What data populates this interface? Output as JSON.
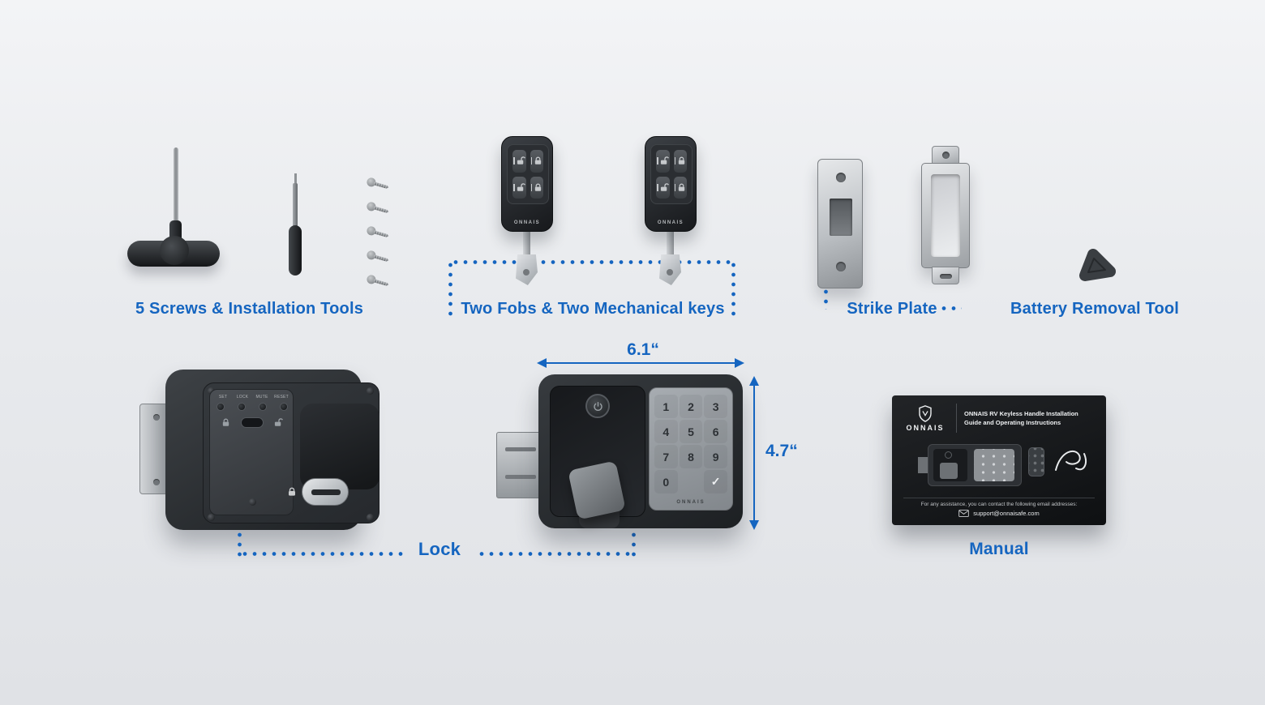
{
  "colors": {
    "accent": "#1565c0"
  },
  "labels": {
    "screws_tools": "5 Screws & Installation Tools",
    "fobs_keys": "Two Fobs & Two Mechanical keys",
    "strike_plate": "Strike Plate",
    "battery_tool": "Battery Removal Tool",
    "lock": "Lock",
    "manual": "Manual"
  },
  "dimensions": {
    "width": "6.1“",
    "height": "4.7“"
  },
  "fob": {
    "brand": "ONNAIS"
  },
  "lock_back": {
    "buttons": [
      "SET",
      "LOCK",
      "MUTE",
      "RESET"
    ]
  },
  "keypad": {
    "keys": [
      "1",
      "2",
      "3",
      "4",
      "5",
      "6",
      "7",
      "8",
      "9",
      "0",
      "✓"
    ],
    "brand": "ONNAIS"
  },
  "manual": {
    "brand": "ONNAIS",
    "title": "ONNAIS RV Keyless Handle Installation Guide and Operating Instructions",
    "assistance": "For any assistance, you can contact the following email addresses:",
    "email": "support@onnaisafe.com"
  }
}
